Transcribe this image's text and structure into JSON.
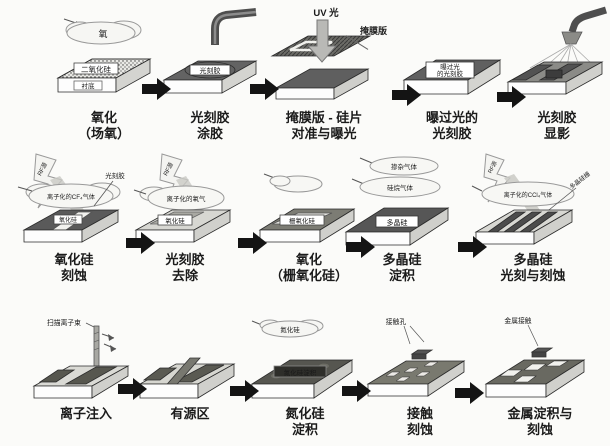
{
  "figure": {
    "background": "#fbfbf9",
    "arrow_color": "#141414"
  },
  "rows": [
    {
      "steps": [
        {
          "caption": [
            "氧化",
            "（场氧）"
          ],
          "labels": {
            "cloud": "氧",
            "oxide": "二氧化硅",
            "substrate": "衬底"
          }
        },
        {
          "caption": [
            "光刻胶",
            "涂胶"
          ],
          "labels": {
            "resist": "光刻胶"
          }
        },
        {
          "caption": [
            "掩膜版 - 硅片",
            "对准与曝光"
          ],
          "labels": {
            "uv": "UV 光",
            "mask": "掩膜版"
          }
        },
        {
          "caption": [
            "曝过光的",
            "光刻胶"
          ],
          "labels": {
            "box1": "曝过光",
            "box2": "的光刻胶"
          }
        },
        {
          "caption": [
            "光刻胶",
            "显影"
          ],
          "labels": {}
        }
      ]
    },
    {
      "steps": [
        {
          "caption": [
            "氧化硅",
            "刻蚀"
          ],
          "labels": {
            "bolt": "RF源",
            "cloud": "离子化的CF₄气体",
            "resist": "光刻胶",
            "wafer": "氧化硅"
          }
        },
        {
          "caption": [
            "光刻胶",
            "去除"
          ],
          "labels": {
            "bolt": "RF源",
            "cloud": "离子化的氧气",
            "wafer": "氧化硅"
          }
        },
        {
          "caption": [
            "氧化",
            "（栅氧化硅）"
          ],
          "labels": {
            "wafer": "栅氧化硅"
          }
        },
        {
          "caption": [
            "多晶硅",
            "淀积"
          ],
          "labels": {
            "cloud1": "掺杂气体",
            "cloud2": "硅烷气体",
            "wafer": "多晶硅"
          }
        },
        {
          "caption": [
            "多晶硅",
            "光刻与刻蚀"
          ],
          "labels": {
            "bolt": "RF源",
            "cloud": "离子化的CCl₄气体",
            "gate": "多晶硅栅"
          }
        }
      ]
    },
    {
      "steps": [
        {
          "caption": [
            "离子注入"
          ],
          "labels": {
            "beam": "扫描离子束"
          }
        },
        {
          "caption": [
            "有源区"
          ],
          "labels": {}
        },
        {
          "caption": [
            "氮化硅",
            "淀积"
          ],
          "labels": {
            "cloud": "氮化硅",
            "wafer": "氮化硅淀积"
          }
        },
        {
          "caption": [
            "接触",
            "刻蚀"
          ],
          "labels": {
            "contact": "接触孔"
          }
        },
        {
          "caption": [
            "金属淀积与",
            "刻蚀"
          ],
          "labels": {
            "metal": "金属接触"
          }
        }
      ]
    }
  ]
}
